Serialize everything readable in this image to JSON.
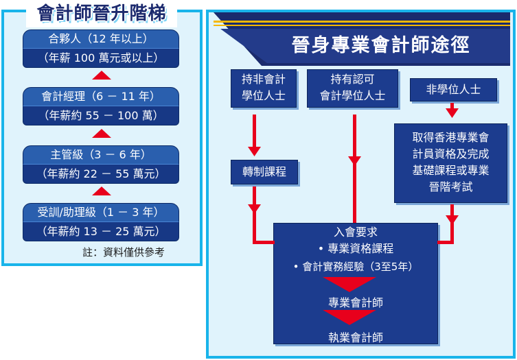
{
  "ladder": {
    "title": "會計師晉升階梯",
    "levels": [
      {
        "role": "合夥人（12 年以上）",
        "salary": "（年薪 100 萬元或以上）"
      },
      {
        "role": "會計經理（6 － 11 年）",
        "salary": "（年薪約 55 － 100 萬）"
      },
      {
        "role": "主管級（3 － 6 年）",
        "salary": "（年薪約 22 － 55 萬元）"
      },
      {
        "role": "受訓/助理級（1 － 3 年）",
        "salary": "（年薪約 13 － 25 萬元）"
      }
    ],
    "note": "註：資料僅供參考"
  },
  "pathway": {
    "title": "晉身專業會計師途徑",
    "start_nonaccounting": [
      "持非會計",
      "學位人士"
    ],
    "start_accredited": [
      "持有認可",
      "會計學位人士"
    ],
    "start_nondegree": "非學位人士",
    "conversion": "轉制課程",
    "qualify": [
      "取得香港專業會",
      "計員資格及完成",
      "基礎課程或專業",
      "晉階考試"
    ],
    "entry_title": "入會要求",
    "entry_items": [
      "• 專業資格課程",
      "• 會計實務經驗（3至5年）"
    ],
    "professional": "專業會計師",
    "practising": "執業會計師"
  },
  "colors": {
    "panel_border": "#19b4ea",
    "panel_bg": "#e0f3fc",
    "box_navy": "#1c3c8e",
    "arrow_red": "#e8001c"
  }
}
